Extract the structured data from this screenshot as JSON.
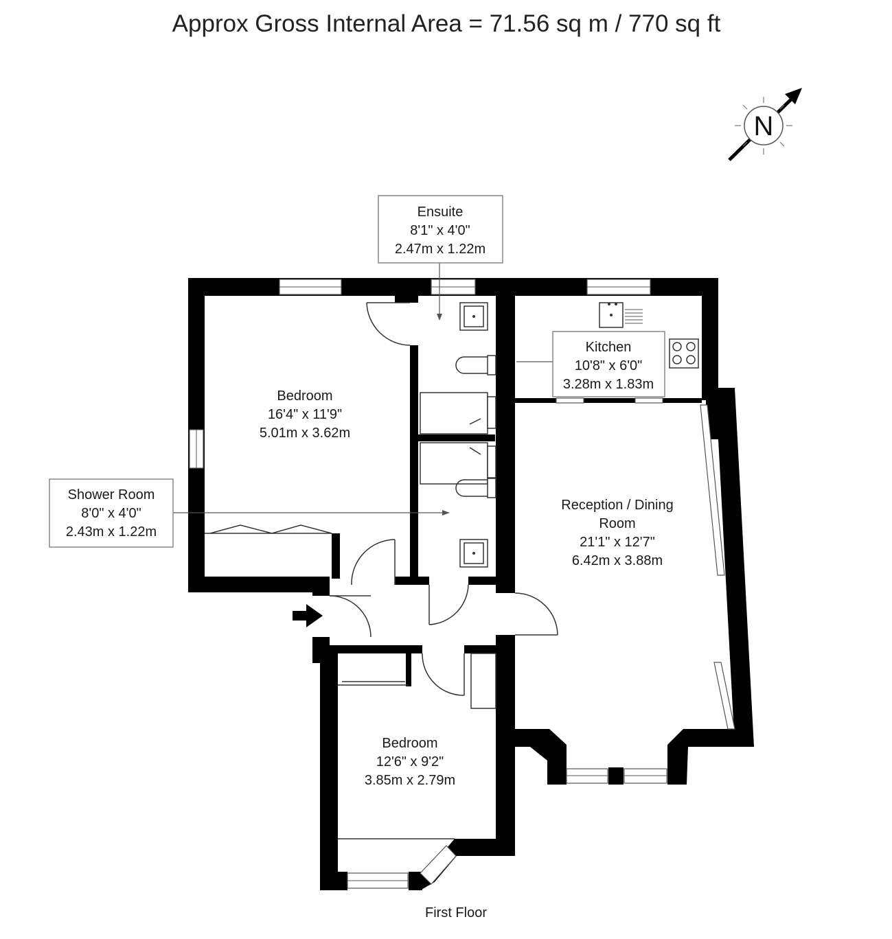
{
  "title": "Approx Gross Internal Area = 71.56 sq m / 770 sq ft",
  "compass": {
    "letter": "N",
    "icon": "north-arrow-icon"
  },
  "rooms": {
    "ensuite": {
      "name": "Ensuite",
      "imperial": "8'1\" x 4'0\"",
      "metric": "2.47m x 1.22m"
    },
    "kitchen": {
      "name": "Kitchen",
      "imperial": "10'8\" x 6'0\"",
      "metric": "3.28m x 1.83m"
    },
    "bedroom1": {
      "name": "Bedroom",
      "imperial": "16'4\" x 11'9\"",
      "metric": "5.01m x 3.62m"
    },
    "shower": {
      "name": "Shower Room",
      "imperial": "8'0\" x 4'0\"",
      "metric": "2.43m x 1.22m"
    },
    "reception": {
      "name1": "Reception / Dining",
      "name2": "Room",
      "imperial": "21'1\" x 12'7\"",
      "metric": "6.42m x 3.88m"
    },
    "bedroom2": {
      "name": "Bedroom",
      "imperial": "12'6\" x 9'2\"",
      "metric": "3.85m x 2.79m"
    }
  },
  "floor_label": "First Floor",
  "colors": {
    "wall": "#000000",
    "line": "#333333",
    "background": "#ffffff"
  }
}
